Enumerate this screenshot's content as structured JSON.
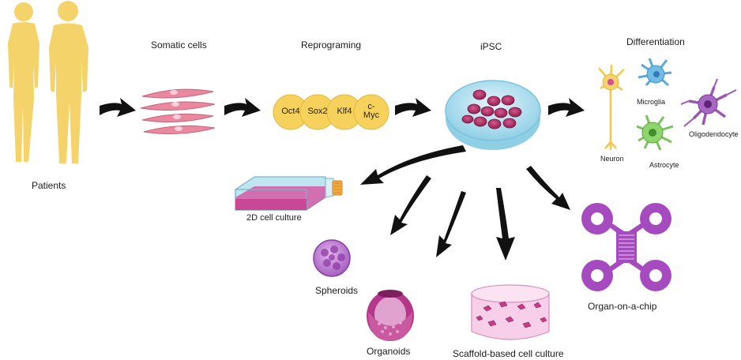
{
  "labels": {
    "patients": "Patients",
    "somatic_cells": "Somatic cells",
    "reprograming": "Reprograming",
    "ipsc": "iPSC",
    "differentiation": "Differentiation",
    "neuron": "Neuron",
    "microglia": "Microglia",
    "astrocyte": "Astrocyte",
    "oligodendrocyte": "Oligodendocyte",
    "culture_2d": "2D cell culture",
    "spheroids": "Spheroids",
    "organoids": "Organoids",
    "scaffold": "Scaffold-based cell culture",
    "organ_chip": "Organ-on-a-chip"
  },
  "factors": [
    "Oct4",
    "Sox2",
    "Klf4",
    "c-\nMyc"
  ],
  "colors": {
    "body": "#f5d36b",
    "somatic": "#e9889f",
    "factor": "#f6d25d",
    "dish": "#b9e2f2",
    "cell": "#c0356d",
    "arrow": "#111111",
    "purple": "#a64bbf",
    "magenta": "#b4388a"
  }
}
